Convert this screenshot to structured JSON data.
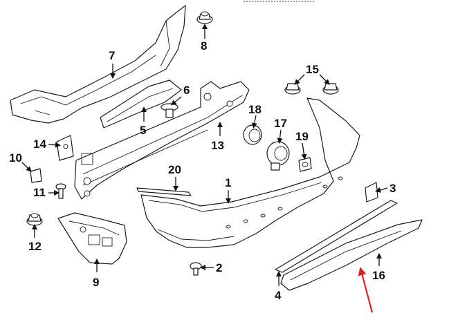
{
  "callouts": [
    "1",
    "2",
    "3",
    "4",
    "5",
    "6",
    "7",
    "8",
    "9",
    "10",
    "11",
    "12",
    "13",
    "14",
    "15",
    "16",
    "17",
    "18",
    "19",
    "20"
  ],
  "colors": {
    "line": "#1a1a1a",
    "background": "#ffffff",
    "highlight_arrow": "#e0201c"
  },
  "highlighted_part": "16"
}
